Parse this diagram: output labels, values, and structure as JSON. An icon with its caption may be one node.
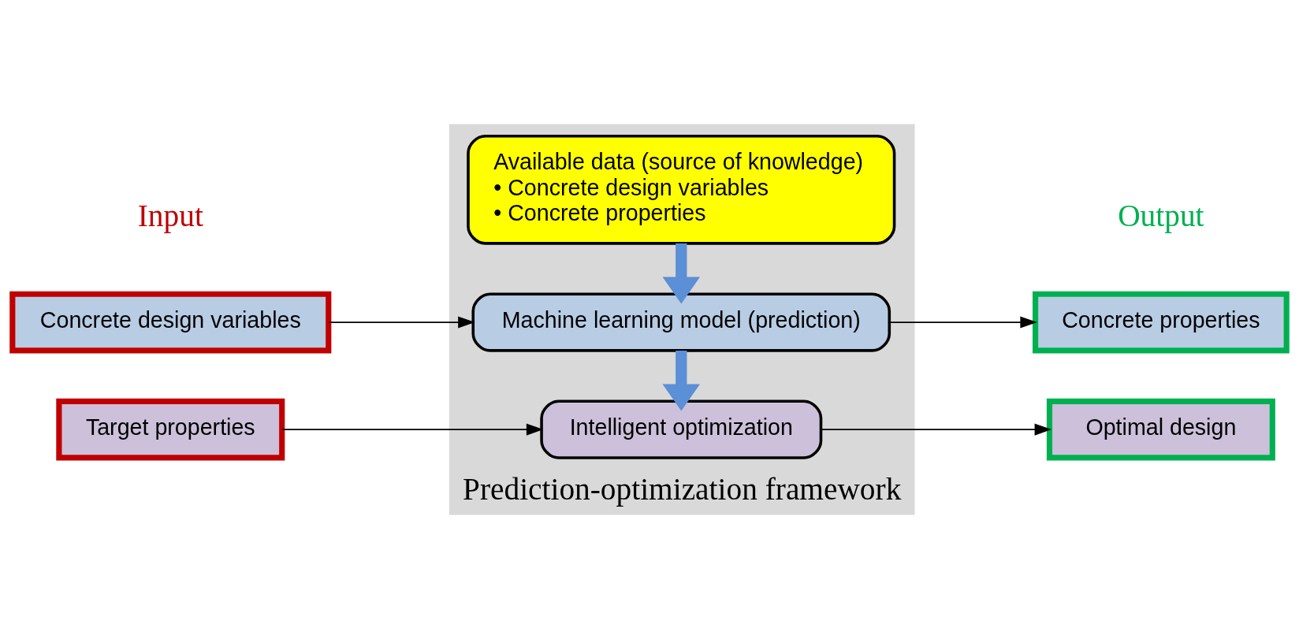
{
  "diagram": {
    "nodes": [
      {
        "text": [
          "Prediction-optimization framework"
        ]
      },
      {
        "text": [
          "Available data (source of knowledge)",
          "• Concrete design variables",
          "• Concrete properties"
        ],
        "in": 0
      },
      {
        "text": [
          "Machine learning model (prediction)"
        ],
        "in": 0
      },
      {
        "text": [
          "Intelligent optimization"
        ],
        "in": 0
      },
      {
        "text": [
          "Concrete design variables"
        ]
      },
      {
        "text": [
          "Target properties"
        ]
      },
      {
        "text": [
          "Concrete properties"
        ]
      },
      {
        "text": [
          "Optimal design"
        ]
      }
    ],
    "edges": [
      {
        "from": 1,
        "to": 2,
        "arrow": "to",
        "style": "thick",
        "color": "#5b8fd6"
      },
      {
        "from": 2,
        "to": 3,
        "arrow": "to",
        "style": "thick",
        "color": "#5b8fd6"
      },
      {
        "from": 4,
        "to": 2,
        "arrow": "to"
      },
      {
        "from": 2,
        "to": 6,
        "arrow": "to"
      },
      {
        "from": 5,
        "to": 3,
        "arrow": "to"
      },
      {
        "from": 3,
        "to": 7,
        "arrow": "to"
      }
    ],
    "labels": [
      "Input",
      "Output"
    ]
  }
}
